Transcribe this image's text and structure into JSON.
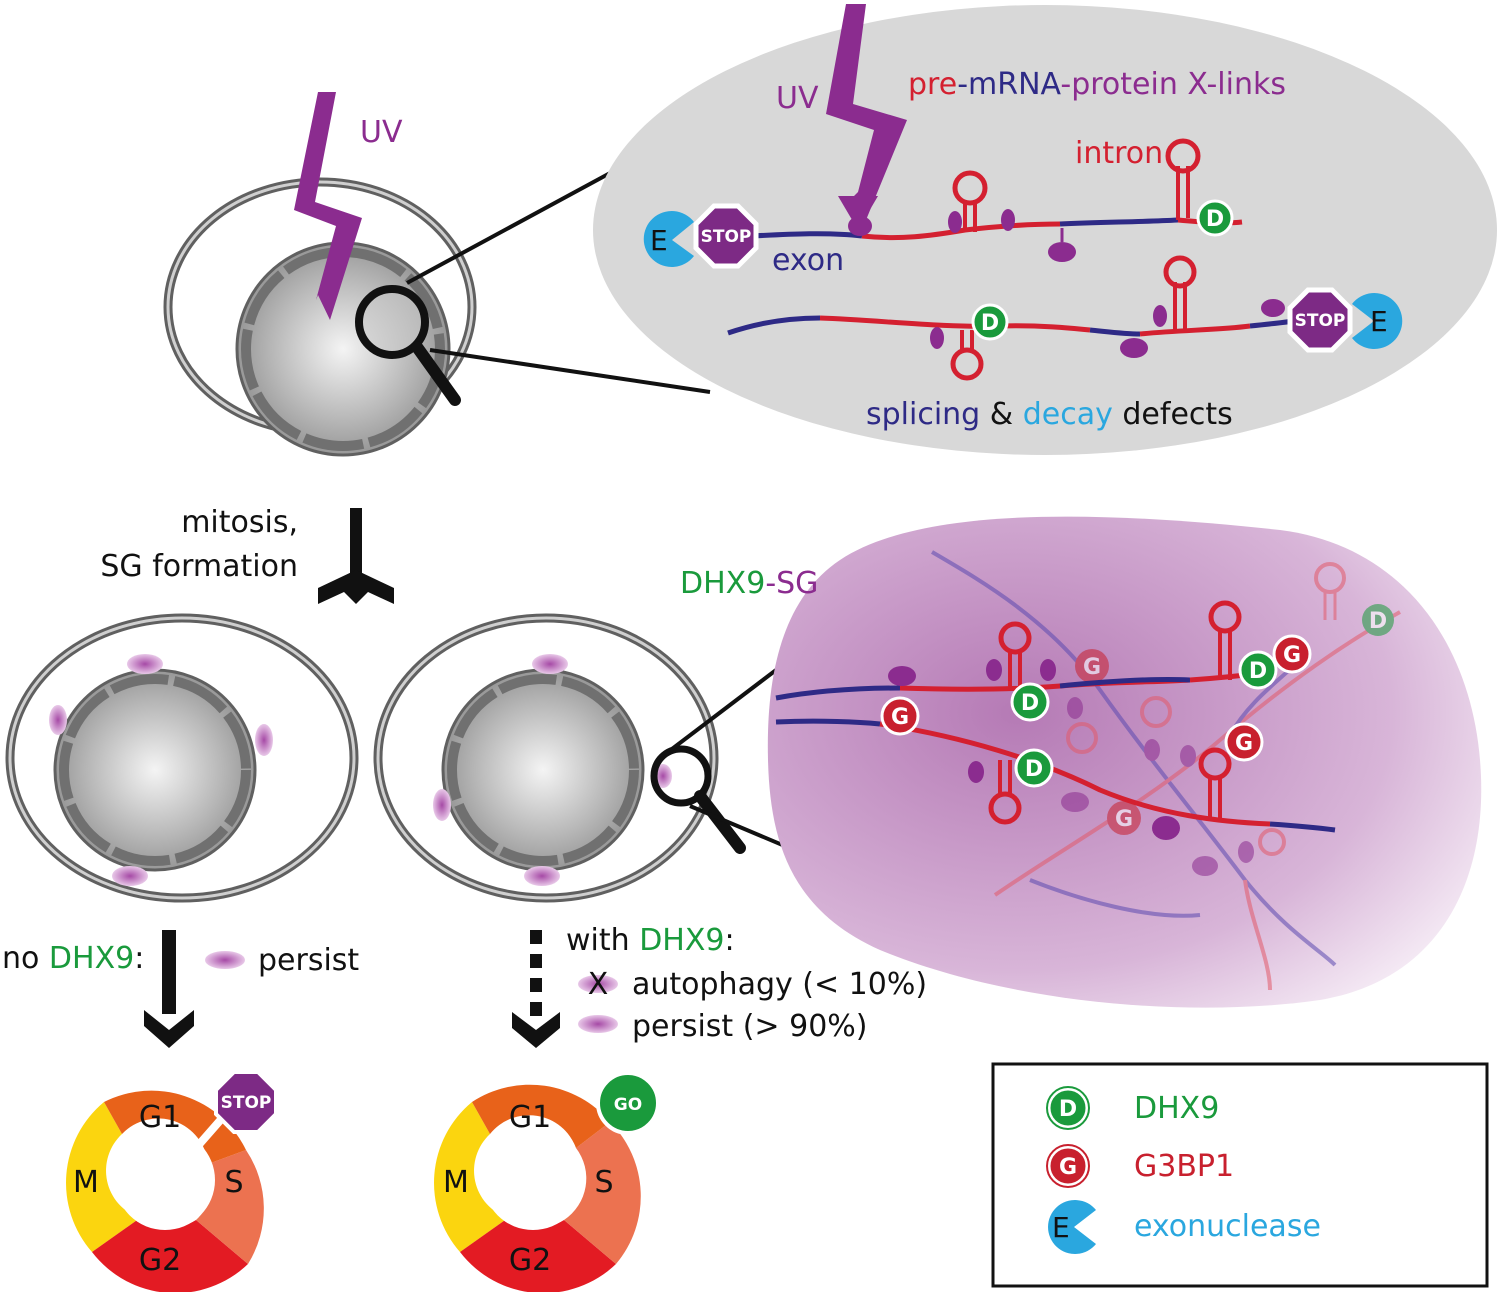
{
  "colors": {
    "uv": "#8b2c8f",
    "exon": "#2e2a86",
    "intron": "#d42030",
    "dhx9": "#1a9a3c",
    "g3bp1": "#c8202e",
    "exonuclease": "#2aa7df",
    "nucleus_zoom_bg": "#d8d8d8",
    "sg_zoom_bg": "#c99ac9",
    "g1": "#e8621a",
    "s": "#ec7250",
    "g2": "#e31b23",
    "m": "#fbd50f",
    "stop": "#7d2a85",
    "go": "#1a9a3c"
  },
  "labels": {
    "uv_left": "UV",
    "uv_top": "UV",
    "xlinks_pre": "pre",
    "xlinks_dash1": "-",
    "xlinks_mrna": "mRNA",
    "xlinks_dash2": "-",
    "xlinks_protein": "protein X-links",
    "intron": "intron",
    "exon": "exon",
    "splicing": "splicing",
    "amp": " & ",
    "decay": "decay",
    "defects": " defects",
    "mitosis_line1": "mitosis,",
    "mitosis_line2": "SG formation",
    "dhx9sg_dhx9": "DHX9",
    "dhx9sg_sg": "-SG",
    "no_prefix": "no ",
    "no_dhx9": "DHX9",
    "no_colon": ":",
    "persist": "persist",
    "with_prefix": "with ",
    "with_dhx9": "DHX9",
    "with_colon": ":",
    "x_mark": "X",
    "autophagy": "autophagy (< 10%)",
    "persist_pct": "persist (> 90%)",
    "stop": "STOP",
    "go": "GO",
    "d": "D",
    "g": "G",
    "e": "E"
  },
  "cycle": {
    "g1": "G1",
    "s": "S",
    "g2": "G2",
    "m": "M"
  },
  "legend": {
    "dhx9": "DHX9",
    "g3bp1": "G3BP1",
    "exonuclease": "exonuclease",
    "d": "D",
    "g": "G",
    "e": "E"
  }
}
